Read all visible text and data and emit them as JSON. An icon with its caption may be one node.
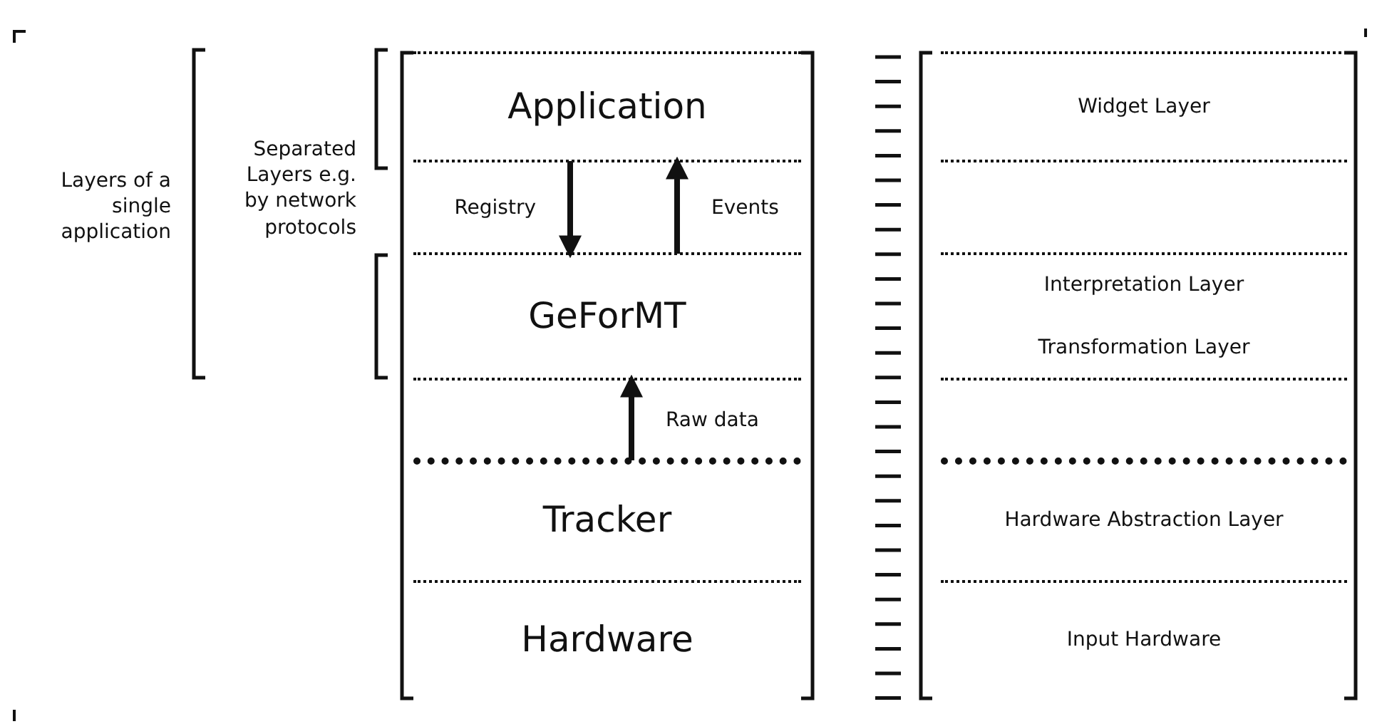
{
  "diagram": {
    "nodes": [
      {
        "text": [
          "Application"
        ]
      },
      {
        "text": [
          "GeForMT"
        ]
      },
      {
        "text": [
          "Tracker"
        ]
      },
      {
        "text": [
          "Hardware"
        ]
      },
      {
        "text": [
          "Widget Layer"
        ]
      },
      {
        "text": [
          "Interpretation Layer"
        ]
      },
      {
        "text": [
          "Transformation Layer"
        ]
      },
      {
        "text": [
          "Hardware Abstraction Layer"
        ]
      },
      {
        "text": [
          "Input Hardware"
        ]
      }
    ],
    "edges": [
      {
        "from": 0,
        "to": 1,
        "arrow": "to",
        "label": "Registry"
      },
      {
        "from": 1,
        "to": 0,
        "arrow": "to",
        "label": "Events"
      },
      {
        "from": 2,
        "to": 1,
        "arrow": "to",
        "label": "Raw data"
      }
    ],
    "labels": [
      "Layers of a single application",
      "Separated Layers e.g. by network protocols"
    ]
  }
}
